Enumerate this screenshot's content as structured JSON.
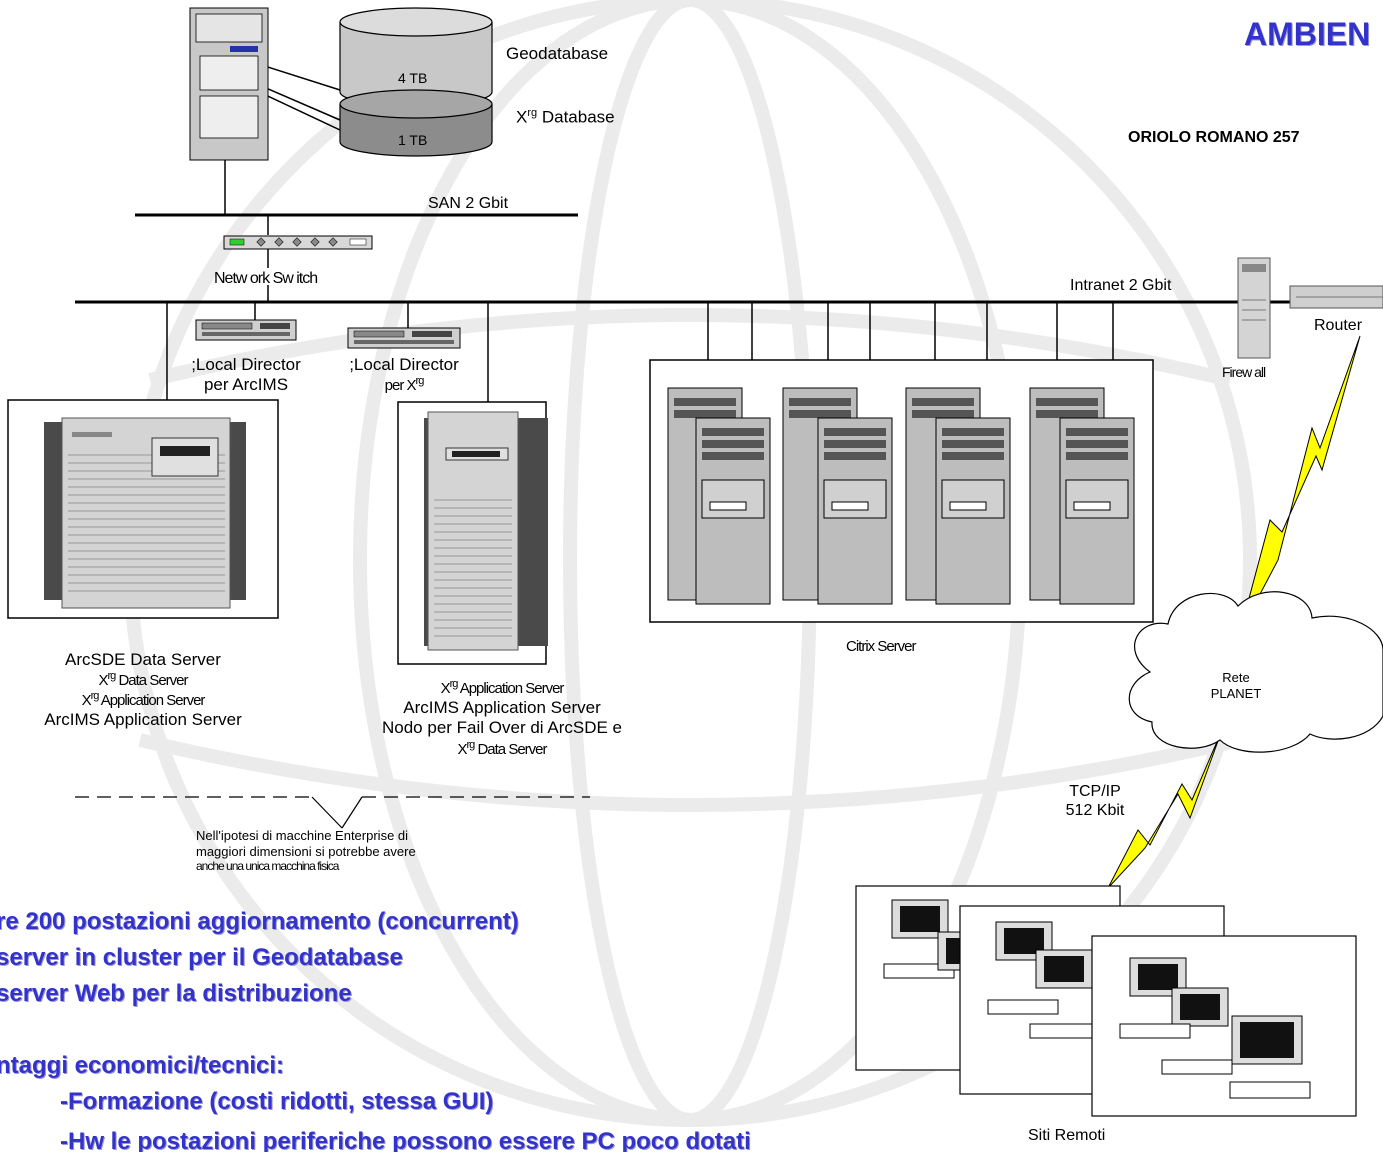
{
  "header": {
    "title": "AMBIEN",
    "site": "ORIOLO ROMANO 257"
  },
  "storage": {
    "geodatabase": "Geodatabase",
    "geo_size": "4 TB",
    "xrg_db_prefix": "X",
    "xrg_db_sup": "rg",
    "xrg_db_suffix": " Database",
    "xrg_size": "1 TB"
  },
  "network": {
    "san": "SAN 2 Gbit",
    "switch": "Netw ork Sw itch",
    "intranet": "Intranet 2 Gbit",
    "router": "Router",
    "firewall": "Firew all",
    "ld1_line1": ";Local Director",
    "ld1_line2": "per ArcIMS",
    "ld2_line1": ";Local Director",
    "ld2_line2": "per X",
    "ld2_sup": "rg"
  },
  "servers": {
    "left": {
      "l1": "ArcSDE Data Server",
      "l2_prefix": "X",
      "l2_sup": "rg",
      "l2": " Data Server",
      "l3_prefix": "X",
      "l3_sup": "rg",
      "l3": " Application Server",
      "l4": "ArcIMS Application Server"
    },
    "middle": {
      "l1_prefix": "X",
      "l1_sup": "rg",
      "l1": " Application Server",
      "l2": "ArcIMS Application Server",
      "l3": "Nodo per Fail Over di ArcSDE e",
      "l4_prefix": "X",
      "l4_sup": "rg",
      "l4": " Data Server"
    },
    "citrix": "Citrix Server"
  },
  "note": {
    "l1": "Nell'ipotesi di macchine Enterprise di",
    "l2": "maggiori dimensioni si potrebbe avere",
    "l3": "anche una unica macchina fisica"
  },
  "remote": {
    "cloud_l1": "Rete",
    "cloud_l2": "PLANET",
    "tcp_l1": "TCP/IP",
    "tcp_l2": "512 Kbit",
    "sites": "Siti Remoti"
  },
  "bullets": {
    "b1": "re 200 postazioni aggiornamento (concurrent)",
    "b2": "server in cluster per il Geodatabase",
    "b3": "server Web per la distribuzione",
    "b4": "ntaggi economici/tecnici:",
    "b5": "-Formazione (costi ridotti, stessa GUI)",
    "b6": "-Hw le postazioni periferiche possono essere PC poco dotati"
  },
  "colors": {
    "title": "#3333cc",
    "lightning": "#ffff00",
    "watermark": "#ececec"
  }
}
